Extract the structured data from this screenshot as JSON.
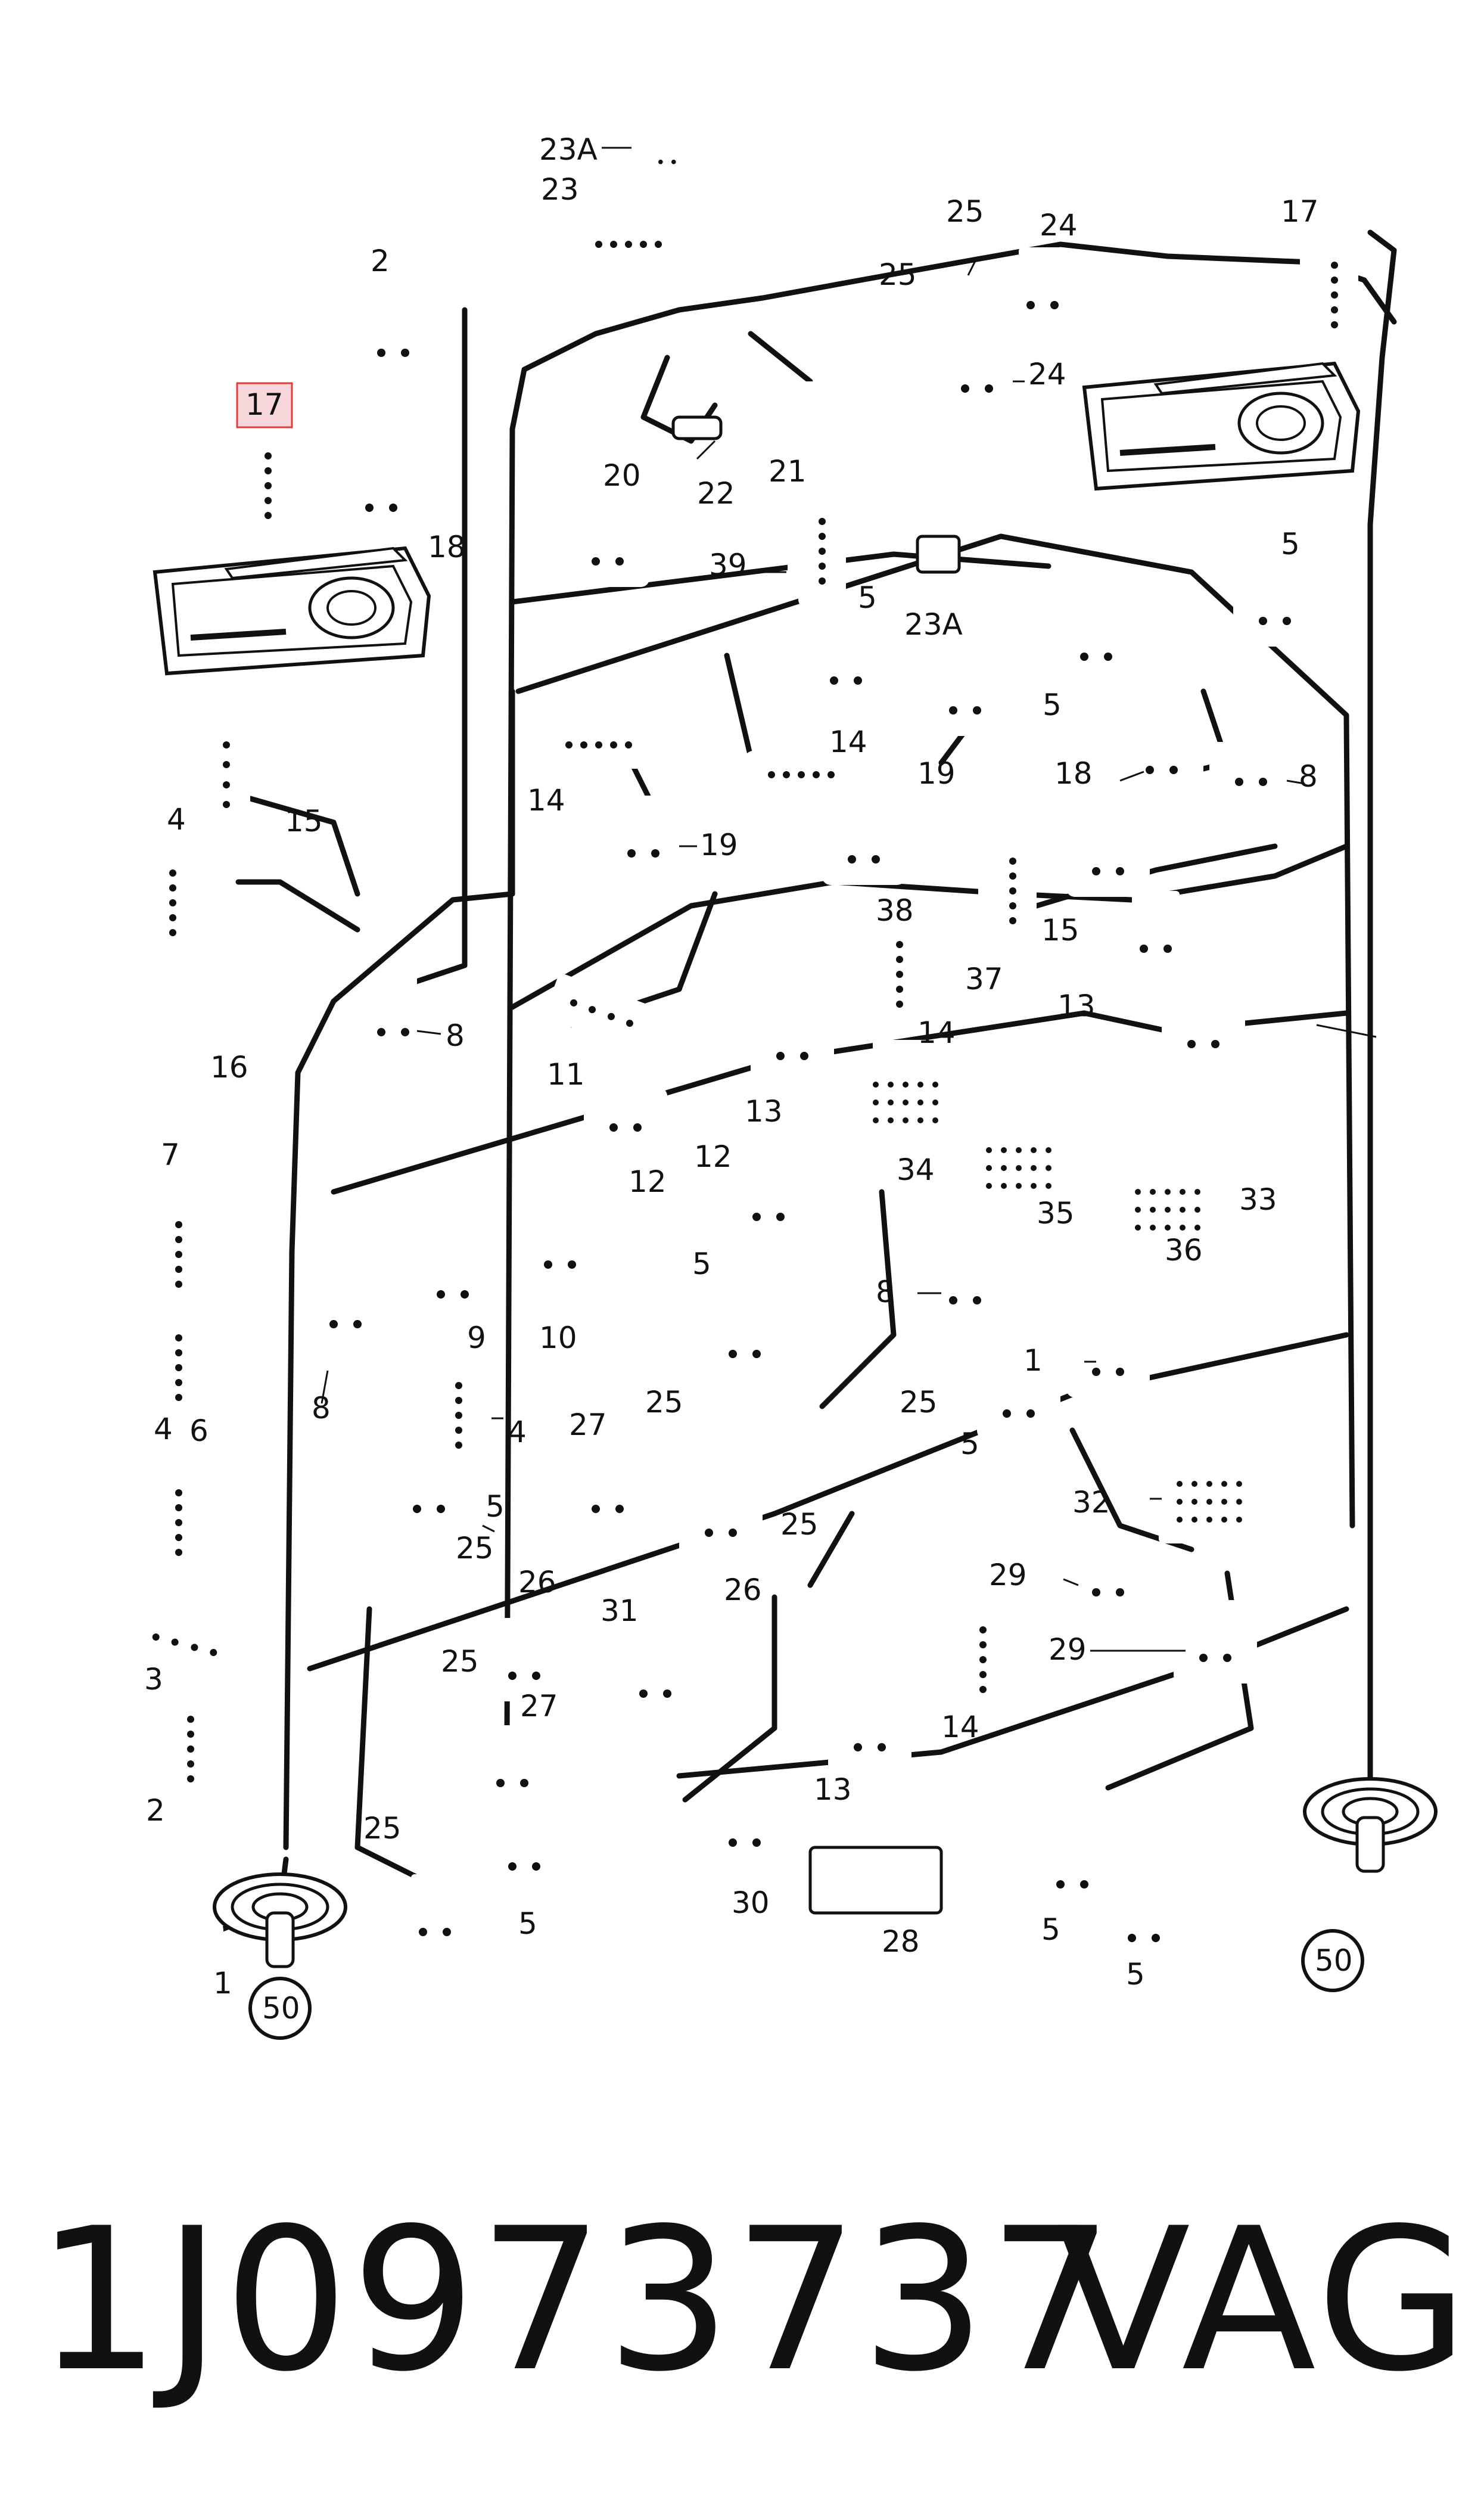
{
  "highlighted_callout": "17",
  "callouts": [
    {
      "id": "lbl-23a-top",
      "text": "23A"
    },
    {
      "id": "lbl-23",
      "text": "23"
    },
    {
      "id": "lbl-25-a",
      "text": "25"
    },
    {
      "id": "lbl-24-a",
      "text": "24"
    },
    {
      "id": "lbl-17-right",
      "text": "17"
    },
    {
      "id": "lbl-2-top",
      "text": "2"
    },
    {
      "id": "lbl-25-b",
      "text": "25"
    },
    {
      "id": "lbl-24-b",
      "text": "24"
    },
    {
      "id": "lbl-17-left",
      "text": "17"
    },
    {
      "id": "lbl-22",
      "text": "22"
    },
    {
      "id": "lbl-21",
      "text": "21"
    },
    {
      "id": "lbl-18-a",
      "text": "18"
    },
    {
      "id": "lbl-20",
      "text": "20"
    },
    {
      "id": "lbl-39",
      "text": "39"
    },
    {
      "id": "lbl-23a-mid",
      "text": "23A"
    },
    {
      "id": "lbl-5-a",
      "text": "5"
    },
    {
      "id": "lbl-5-b",
      "text": "5"
    },
    {
      "id": "lbl-5-c",
      "text": "5"
    },
    {
      "id": "lbl-14-a",
      "text": "14"
    },
    {
      "id": "lbl-14-b",
      "text": "14"
    },
    {
      "id": "lbl-19-a",
      "text": "19"
    },
    {
      "id": "lbl-19-b",
      "text": "19"
    },
    {
      "id": "lbl-18-b",
      "text": "18"
    },
    {
      "id": "lbl-8-a",
      "text": "8"
    },
    {
      "id": "lbl-15-a",
      "text": "15"
    },
    {
      "id": "lbl-4-a",
      "text": "4"
    },
    {
      "id": "lbl-38",
      "text": "38"
    },
    {
      "id": "lbl-37",
      "text": "37"
    },
    {
      "id": "lbl-15-b",
      "text": "15"
    },
    {
      "id": "lbl-13-a",
      "text": "13"
    },
    {
      "id": "lbl-8-b",
      "text": "8"
    },
    {
      "id": "lbl-16",
      "text": "16"
    },
    {
      "id": "lbl-11",
      "text": "11"
    },
    {
      "id": "lbl-13-b",
      "text": "13"
    },
    {
      "id": "lbl-14-c",
      "text": "14"
    },
    {
      "id": "lbl-34",
      "text": "34"
    },
    {
      "id": "lbl-12-a",
      "text": "12"
    },
    {
      "id": "lbl-35",
      "text": "35"
    },
    {
      "id": "lbl-33",
      "text": "33"
    },
    {
      "id": "lbl-36",
      "text": "36"
    },
    {
      "id": "lbl-7",
      "text": "7"
    },
    {
      "id": "lbl-12-b",
      "text": "12"
    },
    {
      "id": "lbl-9",
      "text": "9"
    },
    {
      "id": "lbl-10",
      "text": "10"
    },
    {
      "id": "lbl-5-d",
      "text": "5"
    },
    {
      "id": "lbl-8-c",
      "text": "8"
    },
    {
      "id": "lbl-8-d",
      "text": "8"
    },
    {
      "id": "lbl-1-a",
      "text": "1"
    },
    {
      "id": "lbl-6",
      "text": "6"
    },
    {
      "id": "lbl-4-b",
      "text": "4"
    },
    {
      "id": "lbl-4-c",
      "text": "4"
    },
    {
      "id": "lbl-25-c",
      "text": "25"
    },
    {
      "id": "lbl-27-a",
      "text": "27"
    },
    {
      "id": "lbl-25-d",
      "text": "25"
    },
    {
      "id": "lbl-5-e",
      "text": "5"
    },
    {
      "id": "lbl-5-f",
      "text": "5"
    },
    {
      "id": "lbl-25-e",
      "text": "25"
    },
    {
      "id": "lbl-32",
      "text": "32"
    },
    {
      "id": "lbl-26-a",
      "text": "26"
    },
    {
      "id": "lbl-29-a",
      "text": "29"
    },
    {
      "id": "lbl-25-f",
      "text": "25"
    },
    {
      "id": "lbl-26-b",
      "text": "26"
    },
    {
      "id": "lbl-3",
      "text": "3"
    },
    {
      "id": "lbl-31",
      "text": "31"
    },
    {
      "id": "lbl-29-b",
      "text": "29"
    },
    {
      "id": "lbl-25-g",
      "text": "25"
    },
    {
      "id": "lbl-27-b",
      "text": "27"
    },
    {
      "id": "lbl-14-d",
      "text": "14"
    },
    {
      "id": "lbl-2-bottom",
      "text": "2"
    },
    {
      "id": "lbl-13-c",
      "text": "13"
    },
    {
      "id": "lbl-25-h",
      "text": "25"
    },
    {
      "id": "lbl-5-g",
      "text": "5"
    },
    {
      "id": "lbl-30",
      "text": "30"
    },
    {
      "id": "lbl-28",
      "text": "28"
    },
    {
      "id": "lbl-5-h",
      "text": "5"
    },
    {
      "id": "lbl-5-i",
      "text": "5"
    },
    {
      "id": "lbl-1-b",
      "text": "1"
    },
    {
      "id": "lbl-50-a",
      "text": "50"
    },
    {
      "id": "lbl-50-b",
      "text": "50"
    }
  ],
  "footer": {
    "part_number": "1J0973737",
    "manufacturer": "VAG"
  }
}
